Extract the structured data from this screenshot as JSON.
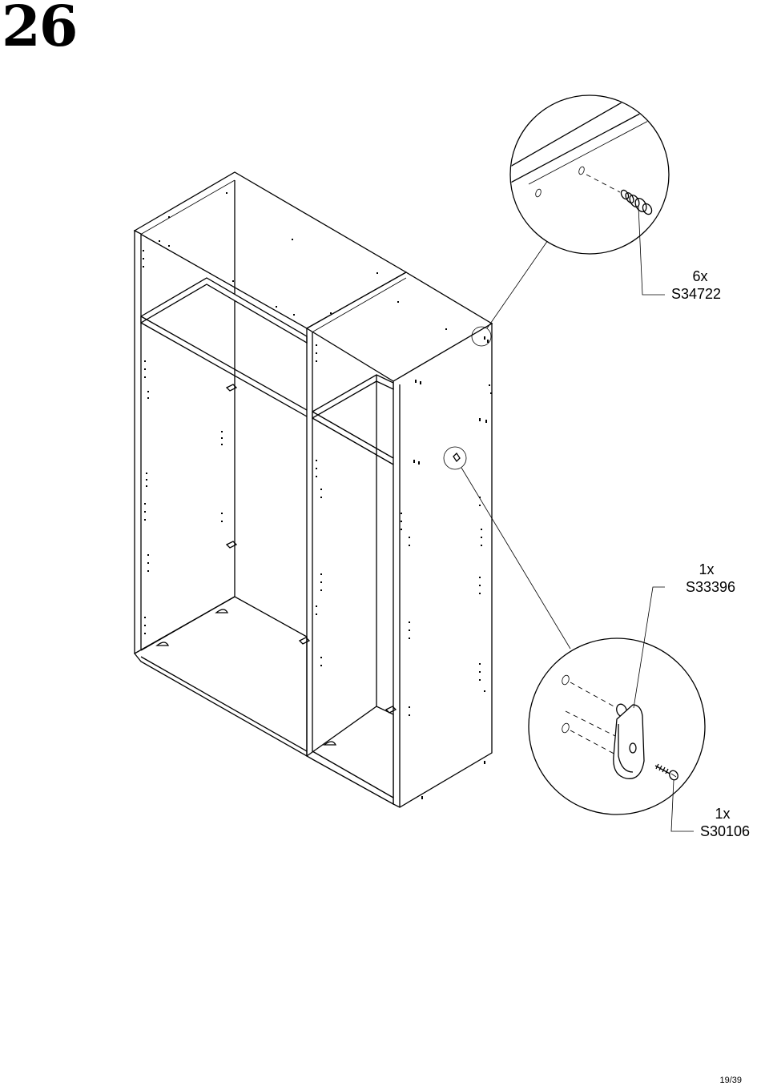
{
  "page": {
    "step_number": "26",
    "page_indicator": "19/39"
  },
  "callouts": {
    "cam_bolt": {
      "quantity": "6x",
      "part_code": "S34722"
    },
    "rail_bracket": {
      "quantity": "1x",
      "part_code": "S33396"
    },
    "screw": {
      "quantity": "1x",
      "part_code": "S30106"
    }
  },
  "icons": {
    "cam_bolt": "cam-bolt-icon",
    "rail_bracket": "rail-bracket-icon",
    "screw": "screw-icon"
  }
}
